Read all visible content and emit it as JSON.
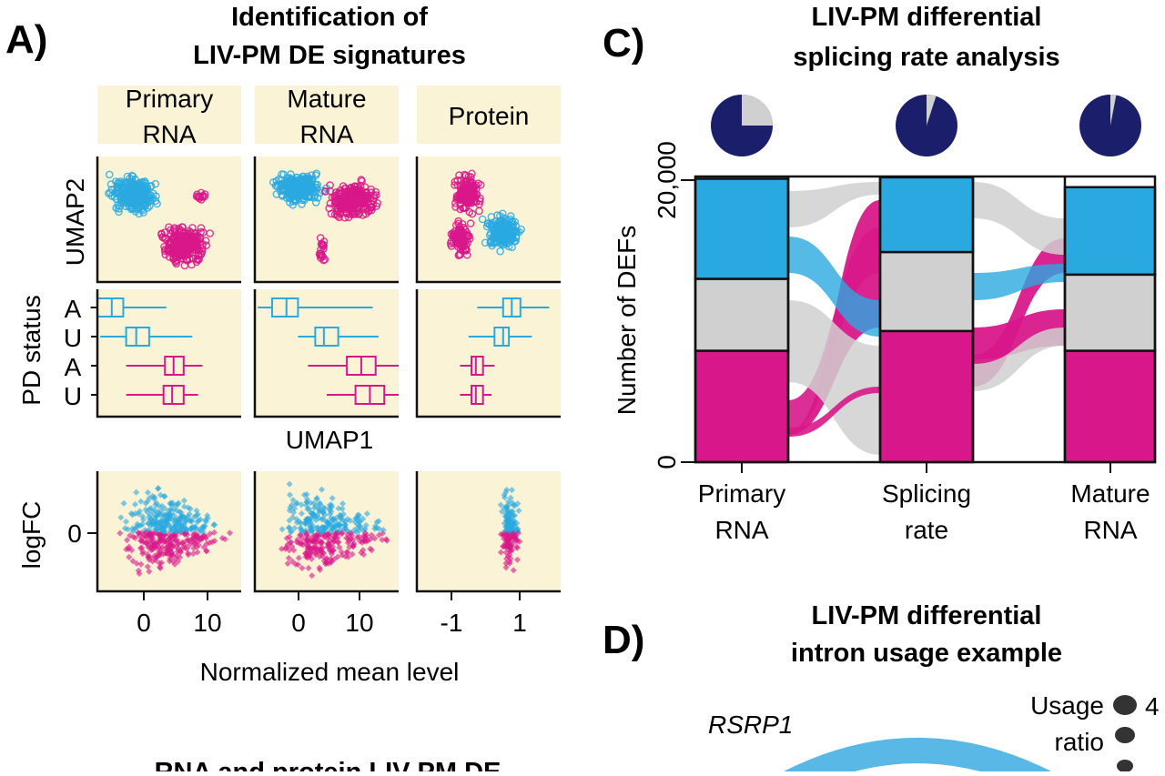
{
  "panel_a": {
    "letter": "A)",
    "title_line1": "Identification of",
    "title_line2": "LIV-PM DE signatures",
    "columns": [
      {
        "line1": "Primary",
        "line2": "RNA"
      },
      {
        "line1": "Mature",
        "line2": "RNA"
      },
      {
        "line1": "Protein",
        "line2": ""
      }
    ],
    "umap_ylabel": "UMAP2",
    "umap_xlabel": "UMAP1",
    "box_ylabel": "PD status",
    "box_rows": [
      "A",
      "U",
      "A",
      "U"
    ],
    "ma_ylabel": "logFC",
    "ma_xlabel": "Normalized mean level",
    "ma_ytick": "0",
    "ma_xticks_rna": [
      "0",
      "10"
    ],
    "ma_xticks_protein": [
      "-1",
      "1"
    ]
  },
  "panel_c": {
    "letter": "C)",
    "title_line1": "LIV-PM differential",
    "title_line2": "splicing rate analysis",
    "ylabel": "Number of DEFs",
    "yticks": [
      "20,000",
      "0"
    ],
    "xlabels": [
      {
        "line1": "Primary",
        "line2": "RNA"
      },
      {
        "line1": "Splicing",
        "line2": "rate"
      },
      {
        "line1": "Mature",
        "line2": "RNA"
      }
    ]
  },
  "panel_d": {
    "letter": "D)",
    "title_line1": "LIV-PM differential",
    "title_line2": "intron usage example",
    "gene": "RSRP1",
    "legend_title_line1": "Usage",
    "legend_title_line2": "ratio",
    "legend_value": "4"
  },
  "panel_b": {
    "title_partial": "RNA and protein LIV-PM DE"
  },
  "colors": {
    "blue": "#2aa9e0",
    "magenta": "#d8188a",
    "gray": "#d0d0d0",
    "navy": "#1b1f6b",
    "panel_bg": "#fbf3d6"
  },
  "chart_data": [
    {
      "type": "box",
      "title": "PD status",
      "columns": [
        "Primary RNA",
        "Mature RNA",
        "Protein"
      ],
      "rows": [
        "A",
        "U",
        "A",
        "U"
      ],
      "series": [
        {
          "name": "Primary RNA",
          "boxes": [
            {
              "q1": 0.0,
              "median": 0.1,
              "q3": 0.18,
              "min": -0.05,
              "max": 0.48
            },
            {
              "q1": 0.2,
              "median": 0.27,
              "q3": 0.36,
              "min": 0.02,
              "max": 0.66
            },
            {
              "q1": 0.47,
              "median": 0.53,
              "q3": 0.6,
              "min": 0.2,
              "max": 0.73
            },
            {
              "q1": 0.46,
              "median": 0.52,
              "q3": 0.6,
              "min": 0.2,
              "max": 0.7
            }
          ]
        },
        {
          "name": "Mature RNA",
          "boxes": [
            {
              "q1": 0.12,
              "median": 0.22,
              "q3": 0.3,
              "min": 0.02,
              "max": 0.82
            },
            {
              "q1": 0.42,
              "median": 0.48,
              "q3": 0.58,
              "min": 0.3,
              "max": 0.86
            },
            {
              "q1": 0.64,
              "median": 0.74,
              "q3": 0.84,
              "min": 0.37,
              "max": 1.0
            },
            {
              "q1": 0.7,
              "median": 0.8,
              "q3": 0.9,
              "min": 0.5,
              "max": 1.0
            }
          ]
        },
        {
          "name": "Protein",
          "boxes": [
            {
              "q1": 0.6,
              "median": 0.66,
              "q3": 0.72,
              "min": 0.42,
              "max": 0.92
            },
            {
              "q1": 0.54,
              "median": 0.6,
              "q3": 0.64,
              "min": 0.36,
              "max": 0.8
            },
            {
              "q1": 0.38,
              "median": 0.41,
              "q3": 0.46,
              "min": 0.3,
              "max": 0.54
            },
            {
              "q1": 0.38,
              "median": 0.41,
              "q3": 0.46,
              "min": 0.3,
              "max": 0.52
            }
          ]
        }
      ]
    },
    {
      "type": "bar",
      "title": "LIV-PM differential splicing rate analysis",
      "ylabel": "Number of DEFs",
      "categories": [
        "Primary RNA",
        "Splicing rate",
        "Mature RNA"
      ],
      "ylim": [
        0,
        20000
      ],
      "series": [
        {
          "name": "magenta",
          "values": [
            7900,
            9300,
            7900
          ]
        },
        {
          "name": "gray",
          "values": [
            5100,
            5600,
            5400
          ]
        },
        {
          "name": "blue",
          "values": [
            7100,
            5300,
            6200
          ]
        }
      ],
      "pie_gray_fraction": [
        0.25,
        0.05,
        0.03
      ]
    }
  ]
}
